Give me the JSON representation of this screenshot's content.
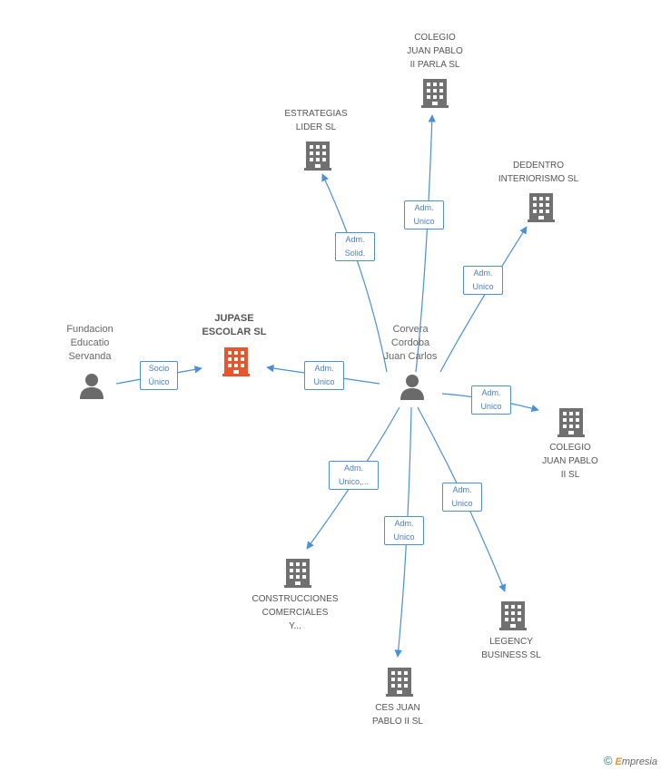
{
  "nodes": {
    "main": {
      "label": "JUPASE\nESCOLAR SL",
      "kind": "company-main"
    },
    "fundacion": {
      "label": "Fundacion\nEducatio\nServanda",
      "kind": "person"
    },
    "corvera": {
      "label": "Corvera\nCordoba\nJuan Carlos",
      "kind": "person"
    },
    "colegio_parla": {
      "label": "COLEGIO\nJUAN PABLO\nII PARLA  SL",
      "kind": "company"
    },
    "estrategias": {
      "label": "ESTRATEGIAS\nLIDER SL",
      "kind": "company"
    },
    "dedentro": {
      "label": "DEDENTRO\nINTERIORISMO SL",
      "kind": "company"
    },
    "colegio_ii": {
      "label": "COLEGIO\nJUAN PABLO\nII SL",
      "kind": "company"
    },
    "construcciones": {
      "label": "CONSTRUCCIONES\nCOMERCIALES\nY...",
      "kind": "company"
    },
    "ces": {
      "label": "CES JUAN\nPABLO II  SL",
      "kind": "company"
    },
    "legency": {
      "label": "LEGENCY\nBUSINESS SL",
      "kind": "company"
    }
  },
  "edges": {
    "fundacion_main": {
      "label": "Socio\nÚnico"
    },
    "corvera_main": {
      "label": "Adm.\nUnico"
    },
    "corvera_estrategias": {
      "label": "Adm.\nSolid."
    },
    "corvera_colegio_parla": {
      "label": "Adm.\nUnico"
    },
    "corvera_dedentro": {
      "label": "Adm.\nUnico"
    },
    "corvera_colegio_ii": {
      "label": "Adm.\nUnico"
    },
    "corvera_construcciones": {
      "label": "Adm.\nUnico,..."
    },
    "corvera_ces": {
      "label": "Adm.\nUnico"
    },
    "corvera_legency": {
      "label": "Adm.\nUnico"
    }
  },
  "colors": {
    "edge": "#4a90d9",
    "company_icon": "#707070",
    "main_icon": "#e8542c",
    "person_icon": "#6a6a6a"
  },
  "footer": {
    "copyright": "©",
    "brand_first": "E",
    "brand_rest": "mpresia"
  }
}
